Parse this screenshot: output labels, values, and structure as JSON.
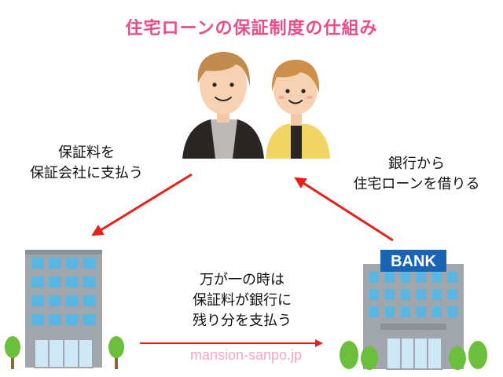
{
  "title": "住宅ローンの保証制度の仕組み",
  "nodes": {
    "couple": {
      "role": "borrowers"
    },
    "guarantor": {
      "role": "guarantee-company"
    },
    "bank": {
      "role": "bank",
      "sign_text": "BANK"
    }
  },
  "edges": [
    {
      "from": "couple",
      "to": "guarantor",
      "label": "保証料を\n保証会社に支払う"
    },
    {
      "from": "bank",
      "to": "couple",
      "label": "銀行から\n住宅ローンを借りる"
    },
    {
      "from": "guarantor",
      "to": "bank",
      "label": "万が一の時は\n保証料が銀行に\n残り分を支払う"
    }
  ],
  "credit": "mansion-sanpo.jp",
  "colors": {
    "title": "#ea4c89",
    "arrow": "#e8201b",
    "bank_sign": "#1a64b4",
    "building": "#9fa6ad",
    "window": "#58b6e3",
    "tree": "#6bbf3b"
  }
}
